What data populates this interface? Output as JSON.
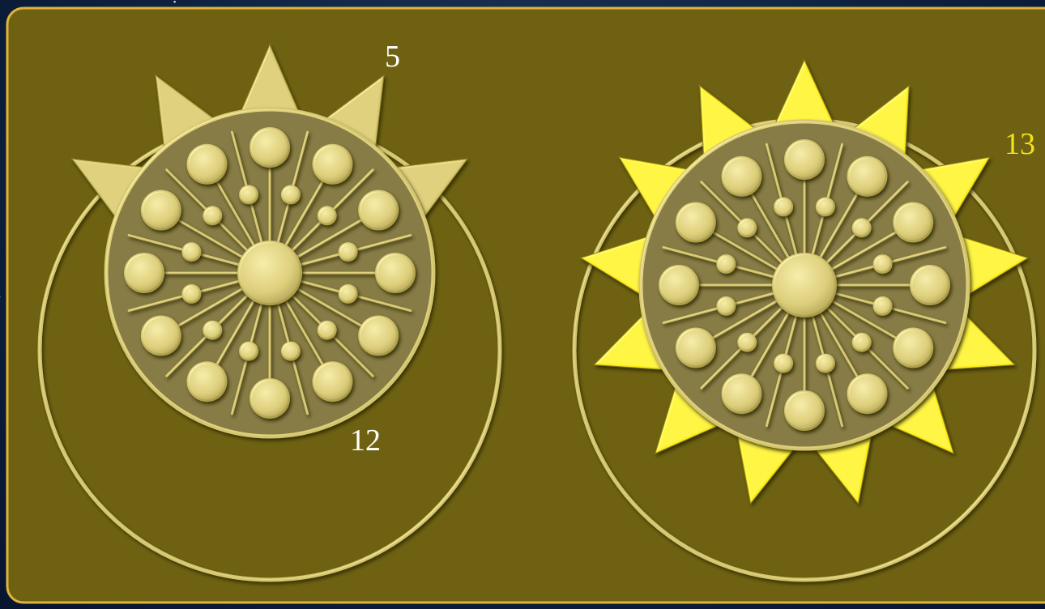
{
  "colors": {
    "panel": "#6e6212",
    "panel_border": "#e0b43a",
    "emboss": "#d3c56e",
    "highlight": "#f2e9a6",
    "shadow": "#3d3507",
    "bright_yellow": "#fbeb12",
    "label_white": "#ffffff",
    "label_yellow": "#f1e21c",
    "stars": "#cfe0ff"
  },
  "figures": {
    "left": {
      "top_label": "5",
      "inner_label": "12",
      "spike_count_visible": 5,
      "bead_count_inner": 12,
      "bead_count_outer": 12,
      "spike_color": "emboss"
    },
    "right": {
      "label": "13",
      "spike_count": 13,
      "bead_count_inner": 12,
      "bead_count_outer": 12,
      "spike_color": "bright_yellow"
    }
  }
}
